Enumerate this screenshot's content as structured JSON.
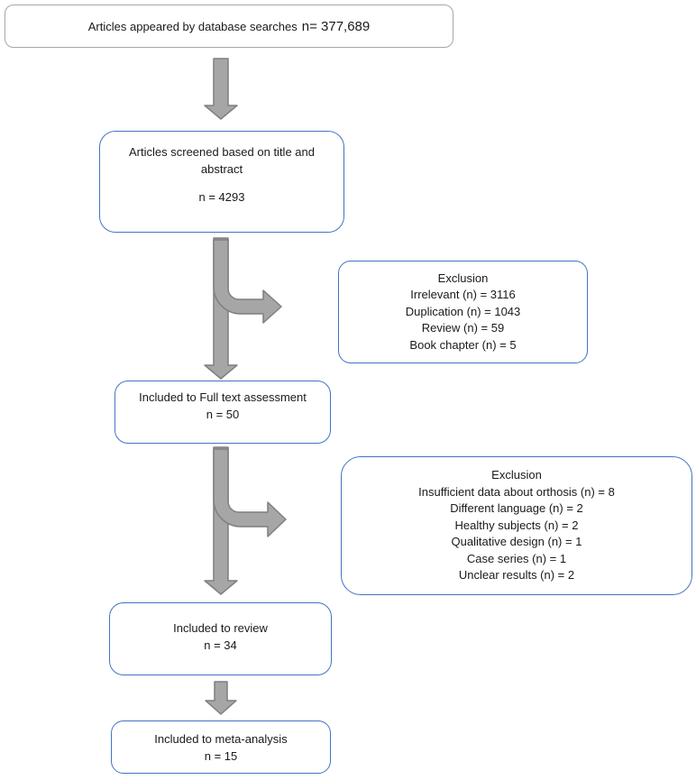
{
  "figure": {
    "type": "prisma-flowchart",
    "colors": {
      "box_border_blue": "#4472c4",
      "box_border_gray": "#a6a6a6",
      "arrow_fill": "#a6a6a6",
      "arrow_stroke": "#7f7f7f",
      "text": "#1a1a1a",
      "background": "#ffffff"
    },
    "flow": {
      "search": {
        "label": "Articles appeared by database searches",
        "count": "n= 377,689"
      },
      "screened": {
        "label": "Articles screened based on title and abstract",
        "count": "n = 4293"
      },
      "fulltext": {
        "label": "Included to Full text assessment",
        "count": "n = 50"
      },
      "review": {
        "label": "Included to review",
        "count": "n = 34"
      },
      "meta": {
        "label": "Included to meta-analysis",
        "count": "n = 15"
      },
      "exclusion1": {
        "title": "Exclusion",
        "items": [
          "Irrelevant (n) = 3116",
          "Duplication (n) = 1043",
          "Review (n) = 59",
          "Book chapter (n) = 5"
        ]
      },
      "exclusion2": {
        "title": "Exclusion",
        "items": [
          "Insufficient data about orthosis (n) = 8",
          "Different language (n) = 2",
          "Healthy subjects (n) = 2",
          "Qualitative design (n) = 1",
          "Case series (n) = 1",
          "Unclear results (n) = 2"
        ]
      }
    }
  }
}
